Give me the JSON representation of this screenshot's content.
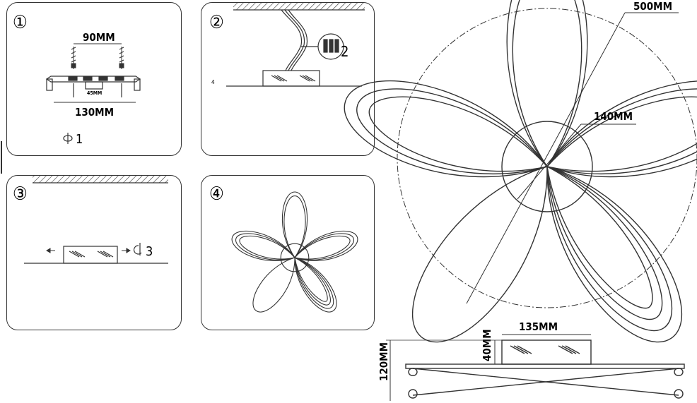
{
  "steps": [
    {
      "number": "①",
      "labels": {
        "top_dim": "90MM",
        "inner_dim": "45MM",
        "bottom_dim": "130MM",
        "screw_note": "1"
      }
    },
    {
      "number": "②",
      "labels": {
        "connector_note": "2",
        "small_mark": "4"
      }
    },
    {
      "number": "③",
      "labels": {
        "screw_note": "3"
      }
    },
    {
      "number": "④",
      "labels": {}
    }
  ],
  "plan": {
    "diameter": "500MM",
    "canopy": "140MM"
  },
  "side": {
    "canopy_width": "135MM",
    "canopy_height": "40MM",
    "total_height": "120MM"
  },
  "colors": {
    "line": "#333333",
    "panel_border": "#333333"
  }
}
